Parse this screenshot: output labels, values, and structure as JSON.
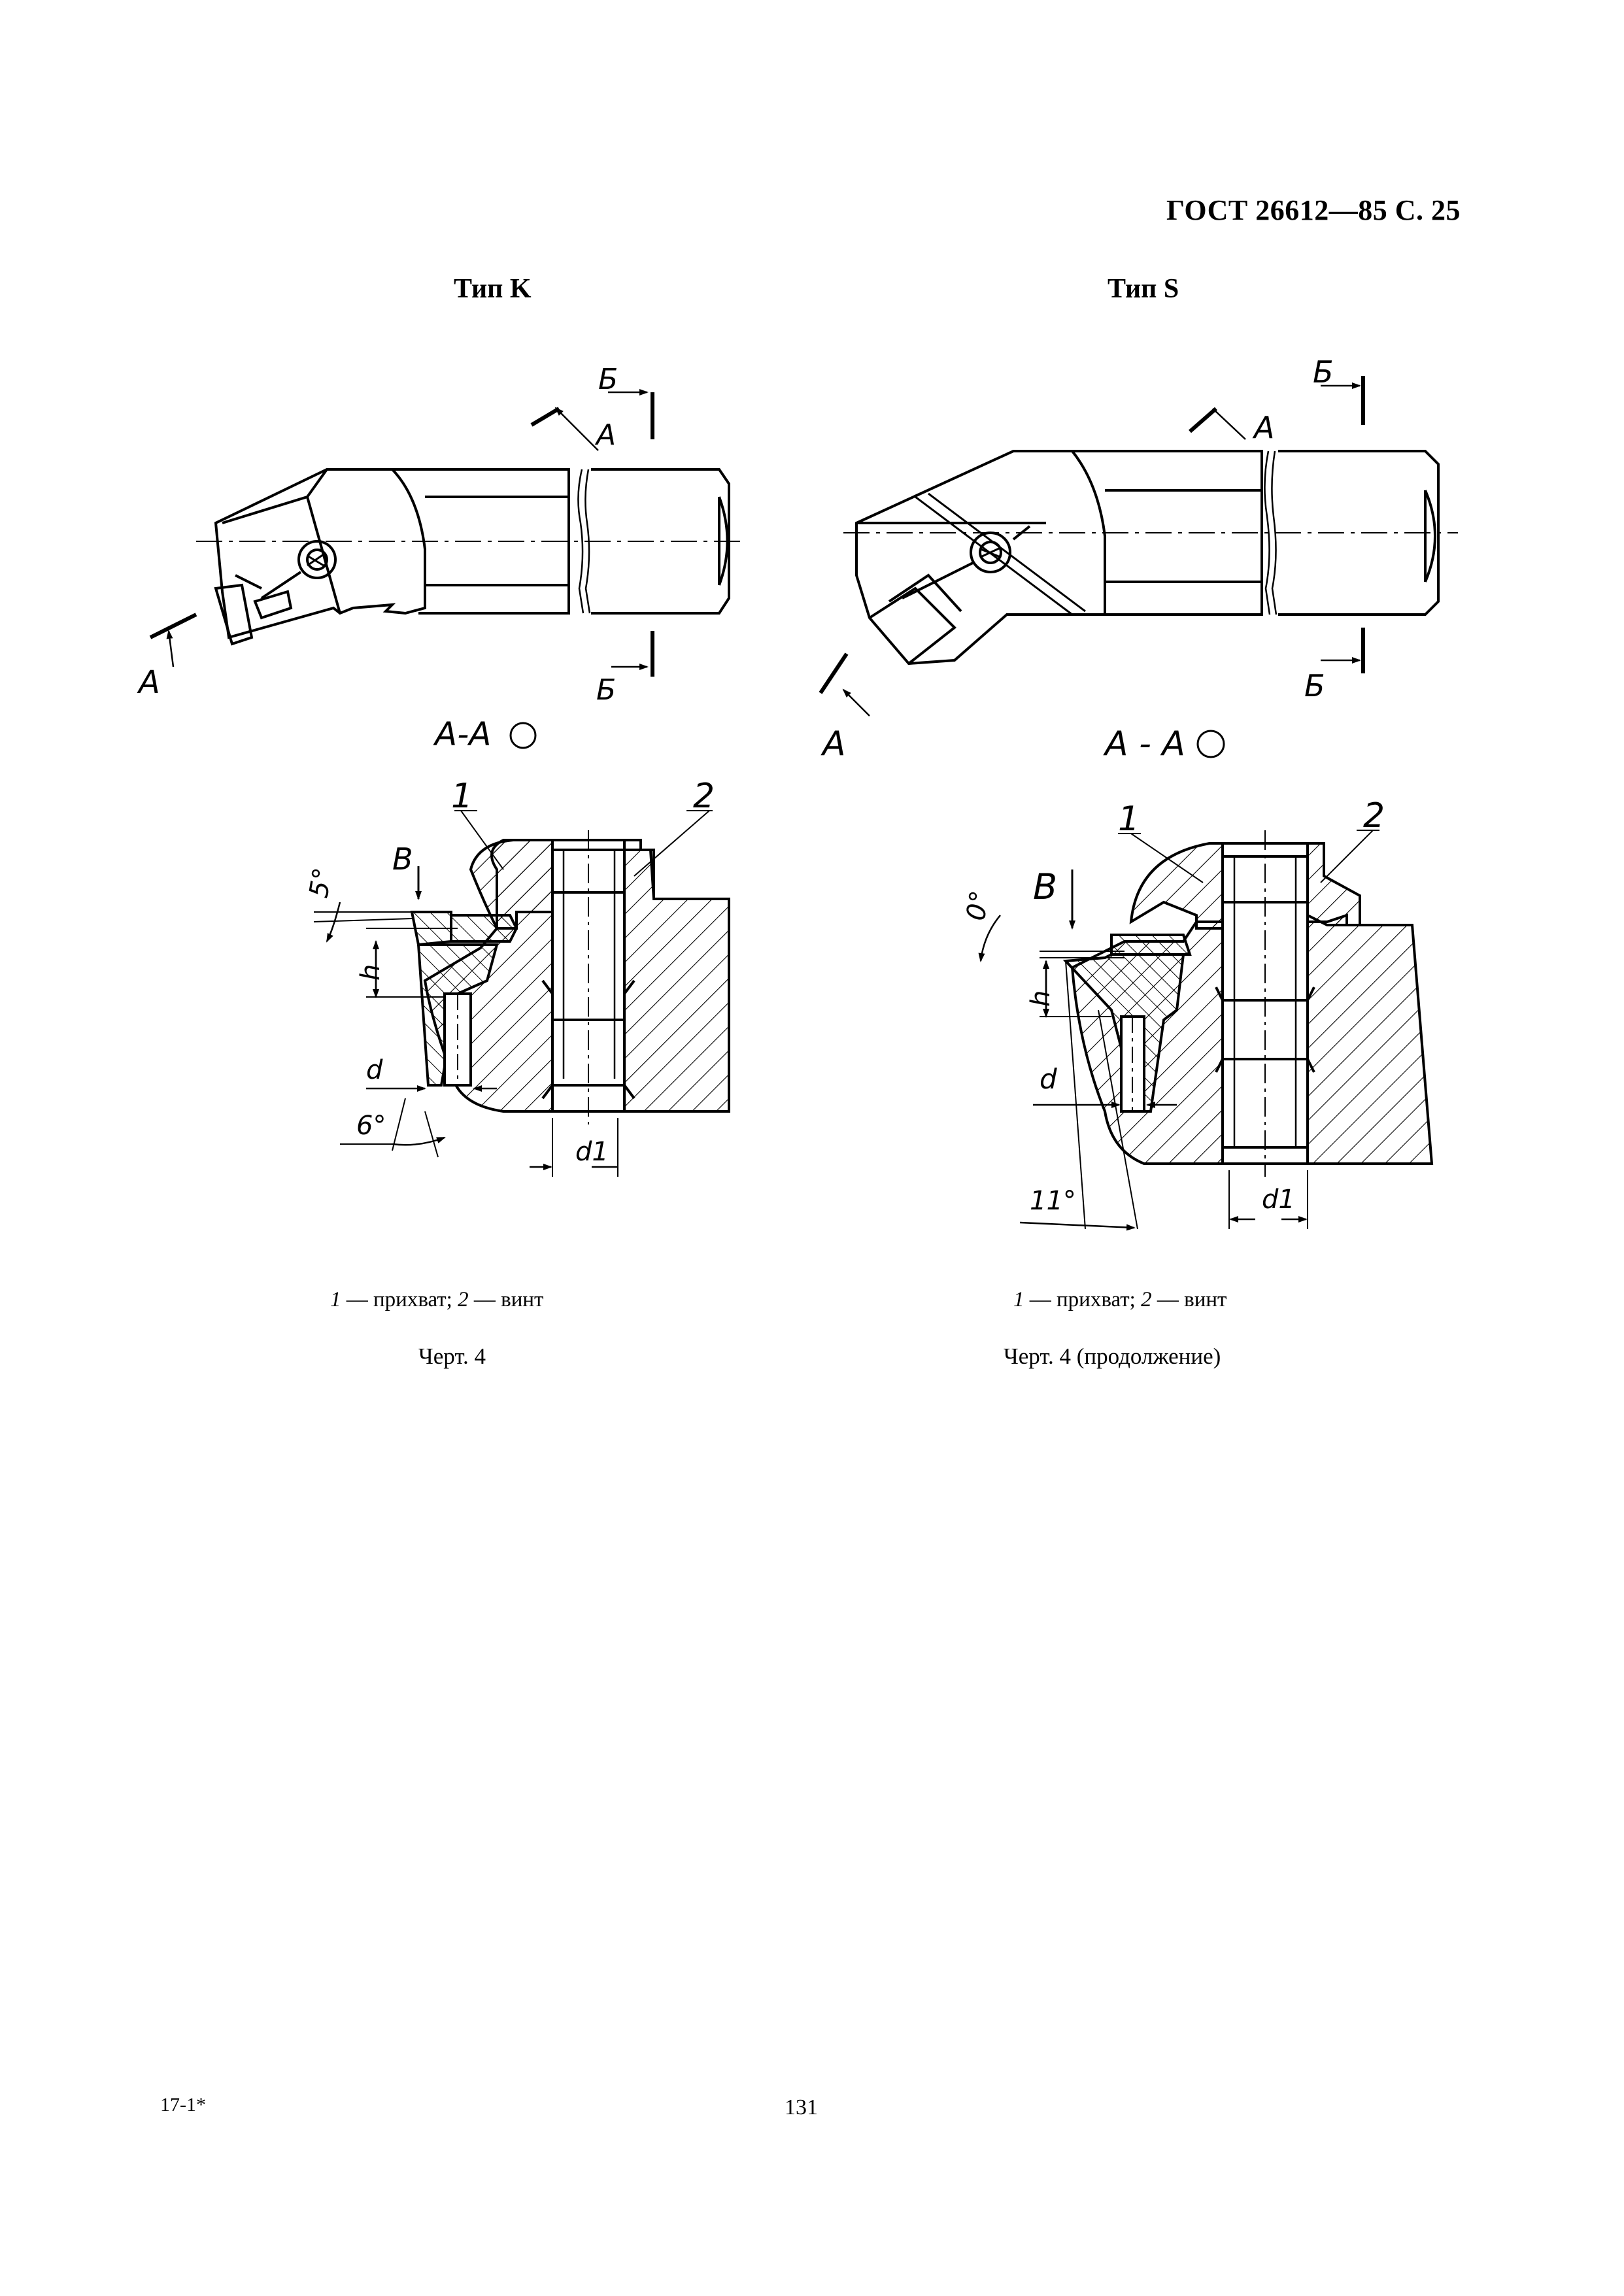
{
  "header": {
    "text": "ГОСТ 26612—85 С. 25"
  },
  "left_figure": {
    "title": "Тип K",
    "labels": {
      "cut_a": "А",
      "cut_b": "Б",
      "section": "А-А",
      "part1": "1",
      "part2": "2",
      "view_b": "В",
      "angle_top": "5°",
      "angle_bottom": "6°",
      "dim_h": "h",
      "dim_d": "d",
      "dim_d1": "d1"
    },
    "legend": {
      "n1": "1",
      "t1": " — прихват; ",
      "n2": "2",
      "t2": " — винт"
    },
    "caption": "Черт. 4"
  },
  "right_figure": {
    "title": "Тип S",
    "labels": {
      "cut_a": "А",
      "cut_b": "Б",
      "section": "А - А",
      "part1": "1",
      "part2": "2",
      "view_b": "В",
      "angle_top": "0°",
      "angle_bottom": "11°",
      "dim_h": "h",
      "dim_d": "d",
      "dim_d1": "d1"
    },
    "legend": {
      "n1": "1",
      "t1": " — прихват; ",
      "n2": "2",
      "t2": " — винт"
    },
    "caption": "Черт. 4 (продолжение)"
  },
  "footer": {
    "sheet_mark": "17-1*",
    "page_number": "131"
  }
}
